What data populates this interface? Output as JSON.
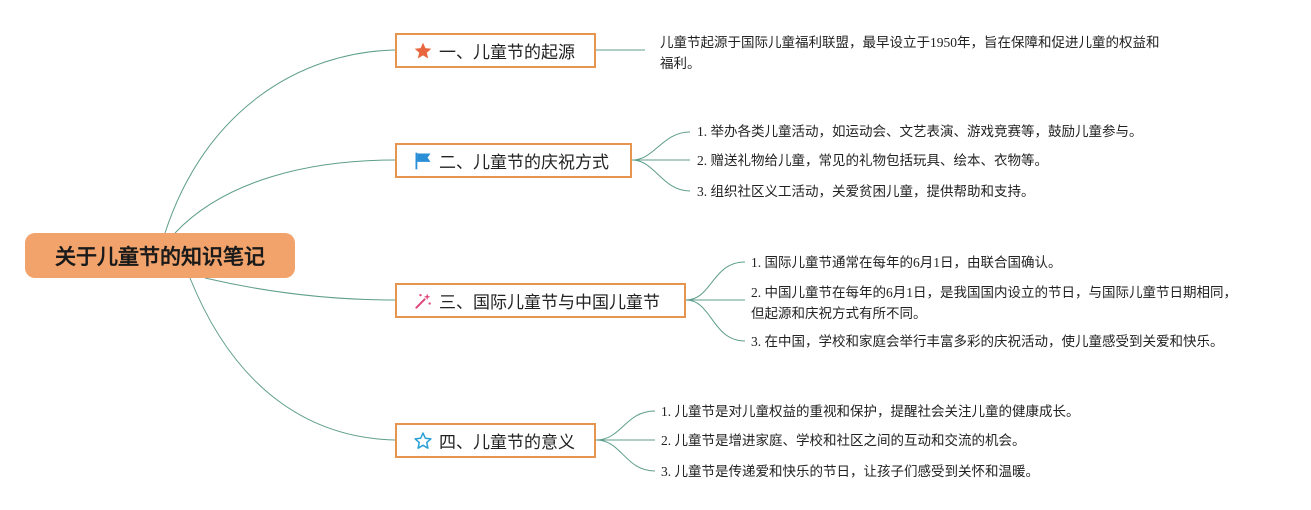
{
  "root": {
    "label": "关于儿童节的知识笔记"
  },
  "colors": {
    "root_fill": "#f2a36b",
    "branch_border": "#e59550",
    "connector": "#5f9e8c"
  },
  "branches": [
    {
      "label": "一、儿童节的起源",
      "icon": "star-filled-icon",
      "items": [
        "儿童节起源于国际儿童福利联盟，最早设立于1950年，旨在保障和促进儿童的权益和福利。"
      ]
    },
    {
      "label": "二、儿童节的庆祝方式",
      "icon": "flag-icon",
      "items": [
        "1. 举办各类儿童活动，如运动会、文艺表演、游戏竞赛等，鼓励儿童参与。",
        "2. 赠送礼物给儿童，常见的礼物包括玩具、绘本、衣物等。",
        "3. 组织社区义工活动，关爱贫困儿童，提供帮助和支持。"
      ]
    },
    {
      "label": "三、国际儿童节与中国儿童节",
      "icon": "sparkle-icon",
      "items": [
        "1. 国际儿童节通常在每年的6月1日，由联合国确认。",
        "2. 中国儿童节在每年的6月1日，是我国国内设立的节日，与国际儿童节日期相同，但起源和庆祝方式有所不同。",
        "3. 在中国，学校和家庭会举行丰富多彩的庆祝活动，使儿童感受到关爱和快乐。"
      ]
    },
    {
      "label": "四、儿童节的意义",
      "icon": "star-outline-icon",
      "items": [
        "1. 儿童节是对儿童权益的重视和保护，提醒社会关注儿童的健康成长。",
        "2. 儿童节是增进家庭、学校和社区之间的互动和交流的机会。",
        "3. 儿童节是传递爱和快乐的节日，让孩子们感受到关怀和温暖。"
      ]
    }
  ]
}
